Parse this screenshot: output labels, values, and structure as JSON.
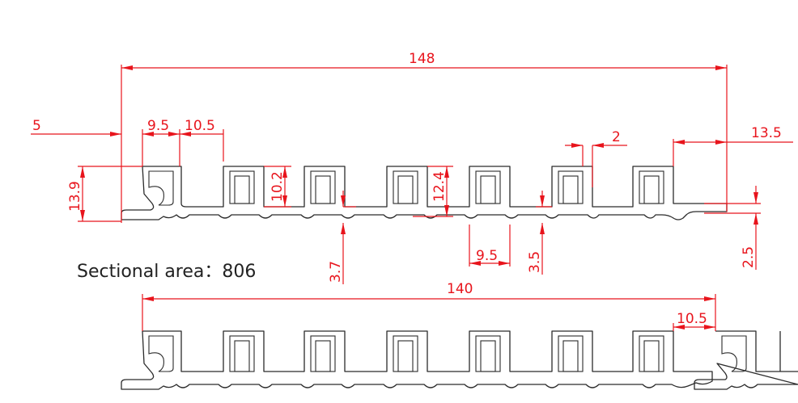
{
  "section": {
    "area_label": "Sectional area：806"
  },
  "dimensions": {
    "overall_width": "148",
    "left_offset": "5",
    "slot_width_top": "9.5",
    "slot_pitch_gap": "10.5",
    "overall_height": "13.9",
    "slot_inner_height": "10.2",
    "rib_height": "12.4",
    "gap_2": "2",
    "right_lip": "13.5",
    "web_thickness": "3.7",
    "slot_width_bottom": "9.5",
    "base_thickness": "3.5",
    "right_lip_thickness": "2.5",
    "lower_overall_width": "140",
    "lower_overlap": "10.5"
  },
  "colors": {
    "dimension": "#e8141c",
    "outline": "#2b2b2b"
  }
}
